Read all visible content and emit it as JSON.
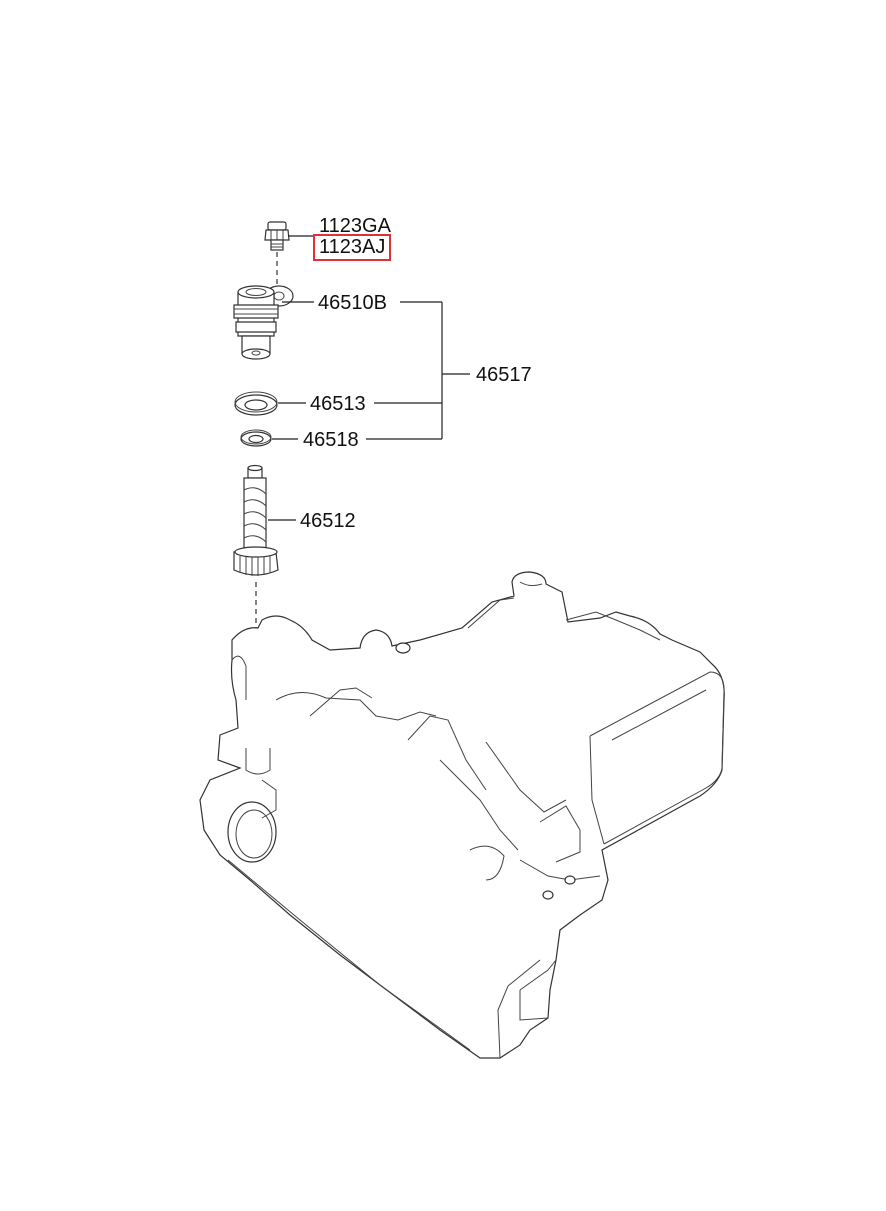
{
  "diagram": {
    "parts": {
      "bolt": "1123GA",
      "bolt_alt": "1123AJ",
      "sensor": "46510B",
      "assembly": "46517",
      "oring_large": "46513",
      "oring_small": "46518",
      "driven_gear": "46512"
    },
    "highlight_color": "#e0303a"
  }
}
